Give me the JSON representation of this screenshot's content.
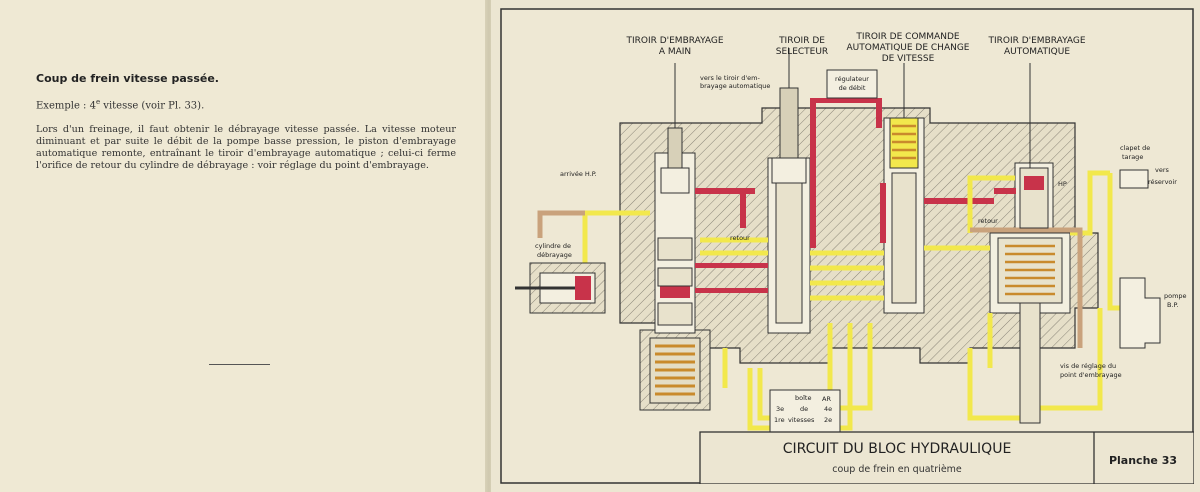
{
  "left_page": {
    "heading": "Coup de frein vitesse passée.",
    "example_prefix": "Exemple : 4",
    "example_sup": "e",
    "example_suffix": " vitesse (voir Pl. 33).",
    "paragraph": "Lors d'un freinage, il faut obtenir le débrayage vitesse passée. La vitesse moteur diminuant et par suite le débit de la pompe basse pression, le piston d'embrayage automatique remonte, entraînant le tiroir d'embrayage automatique ; celui-ci ferme l'orifice de retour du cylindre de débrayage : voir réglage du point d'embrayage."
  },
  "diagram": {
    "top_labels": {
      "tiroir_main_1": "TIROIR D'EMBRAYAGE",
      "tiroir_main_2": "A MAIN",
      "selecteur_1": "TIROIR DE",
      "selecteur_2": "SELECTEUR",
      "commande_1": "TIROIR DE COMMANDE",
      "commande_2": "AUTOMATIQUE DE CHANGE",
      "commande_3": "DE VITESSE",
      "auto_1": "TIROIR D'EMBRAYAGE",
      "auto_2": "AUTOMATIQUE"
    },
    "labels": {
      "vers_tiroir_1": "vers le tiroir d'em-",
      "vers_tiroir_2": "brayage automatique",
      "regulateur_1": "régulateur",
      "regulateur_2": "de débit",
      "arrivee_hp": "arrivée H.P.",
      "retour_1": "retour",
      "retour_2": "retour",
      "hp": "HP",
      "clapet_1": "clapet de",
      "clapet_2": "tarage",
      "vers_reservoir_1": "vers",
      "vers_reservoir_2": "réservoir",
      "cylindre_1": "cylindre de",
      "cylindre_2": "débrayage",
      "pompe_1": "pompe",
      "pompe_2": "B.P.",
      "vis_1": "vis de réglage du",
      "vis_2": "point d'embrayage",
      "boite": "boîte",
      "ar": "AR",
      "de": "de",
      "third": "3e",
      "fourth": "4e",
      "first": "1re",
      "vitesses": "vitesses",
      "second": "2e"
    },
    "colors": {
      "hp_red": "#c8334a",
      "bp_yellow": "#f2e84c",
      "retour_tan": "#c9a27c",
      "body": "#e4ddc6",
      "hatch": "#8a8578"
    }
  },
  "title_block": {
    "title": "CIRCUIT DU BLOC HYDRAULIQUE",
    "subtitle": "coup de frein en quatrième",
    "planche": "Planche 33"
  }
}
